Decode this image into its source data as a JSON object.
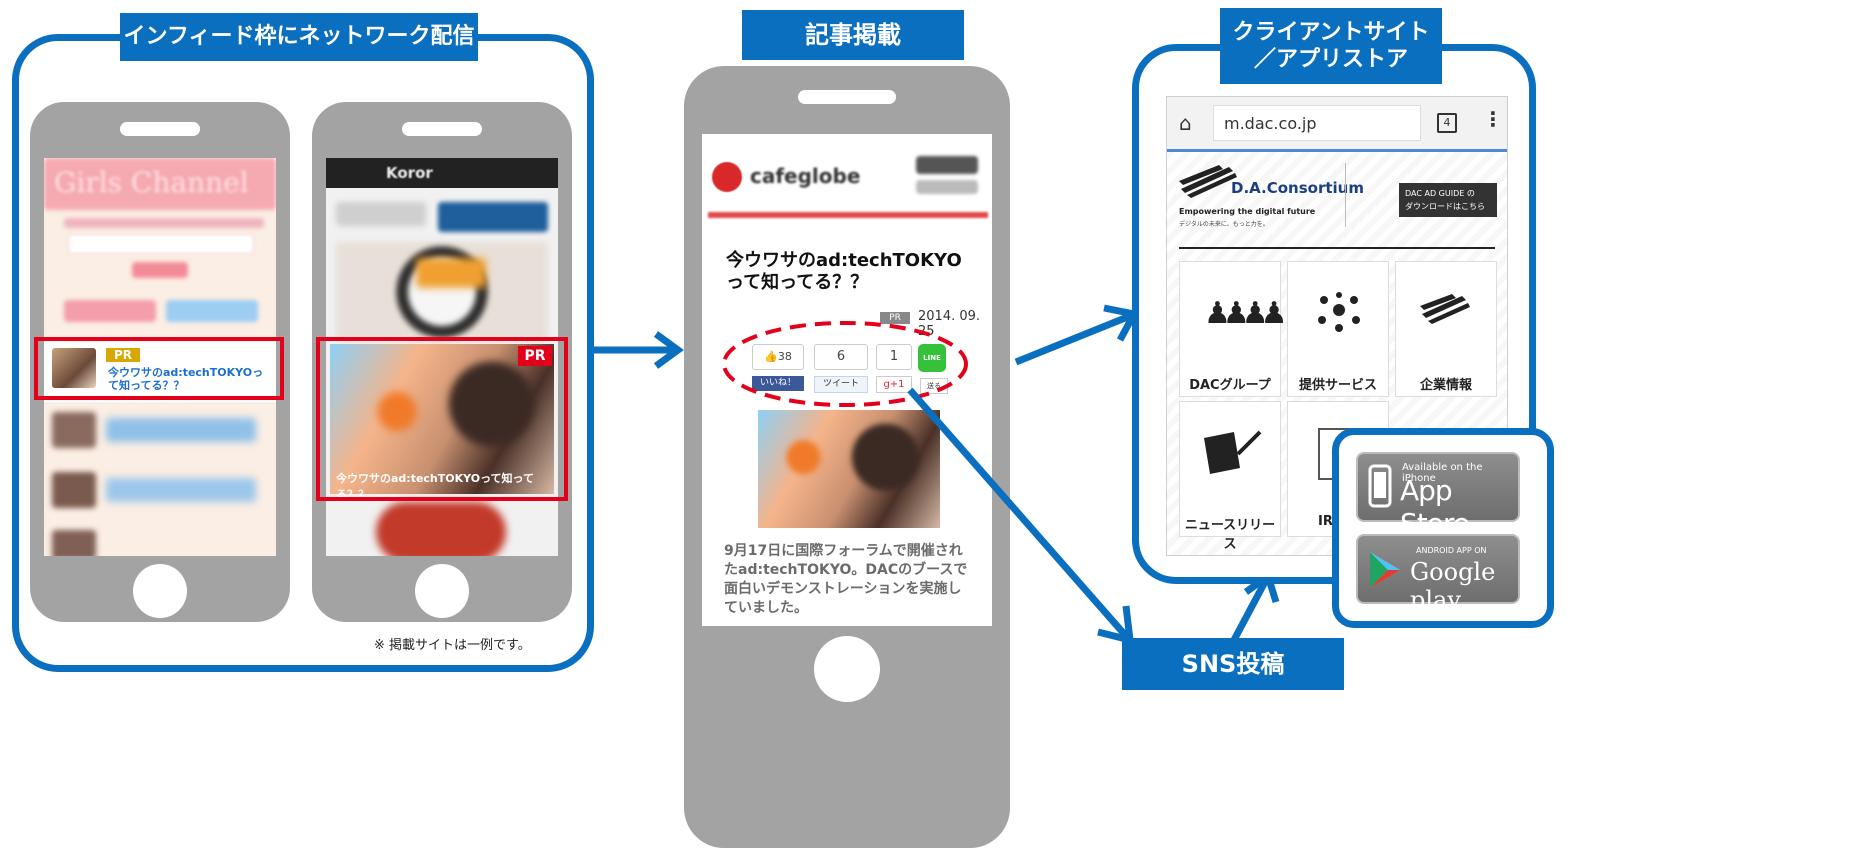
{
  "panels": {
    "left_title": "インフィード枠にネットワーク配信",
    "middle_title": "記事掲載",
    "right_title_line1": "クライアントサイト",
    "right_title_line2": "／アプリストア",
    "sns_label": "SNS投稿",
    "footnote": "※ 掲載サイトは一例です。"
  },
  "phone1": {
    "header_text": "Girls Channel",
    "pr_badge": "PR",
    "ad_text": "今ウワサのad:techTOKYOって知ってる？？"
  },
  "phone2": {
    "header_text": "Koror",
    "pr_badge": "PR",
    "ad_caption": "今ウワサのad:techTOKYOって知ってる？？"
  },
  "article": {
    "site_name": "cafeglobe",
    "headline": "今ウワサのad:techTOKYOって知ってる？？",
    "pr_tag": "PR",
    "date": "2014. 09. 25",
    "counts": {
      "like": "38",
      "tweet": "6",
      "gplus": "1"
    },
    "buttons": {
      "like": "いいね！",
      "tweet": "ツイート",
      "gplus": "g+1",
      "line": "LINE",
      "send": "送る"
    },
    "body": "9月17日に国際フォーラムで開催されたad:techTOKYO。DACのブースで面白いデモンストレーションを実施していました。"
  },
  "browser": {
    "url": "m.dac.co.jp",
    "tab_count": "4",
    "brand_line1": "D.A.Consortium",
    "tagline1": "Empowering the digital future",
    "tagline2": "デジタルの未来に、もっと力を。",
    "guide_button_line1": "DAC AD GUIDE の",
    "guide_button_line2": "ダウンロードはこちら",
    "tiles": [
      {
        "label": "DACグループ",
        "icon": "people-icon"
      },
      {
        "label": "提供サービス",
        "icon": "network-icon"
      },
      {
        "label": "企業情報",
        "icon": "stripes-logo-icon"
      },
      {
        "label": "ニュースリリース",
        "icon": "book-pen-icon"
      },
      {
        "label": "IR",
        "icon": "document-icon"
      }
    ]
  },
  "stores": {
    "appstore_small": "Available on the iPhone",
    "appstore_big": "App Store",
    "google_small": "ANDROID APP ON",
    "google_big": "Google play"
  },
  "colors": {
    "accent_blue": "#0a6fbf",
    "phone_gray": "#a3a3a3",
    "highlight_red": "#e3001b"
  }
}
